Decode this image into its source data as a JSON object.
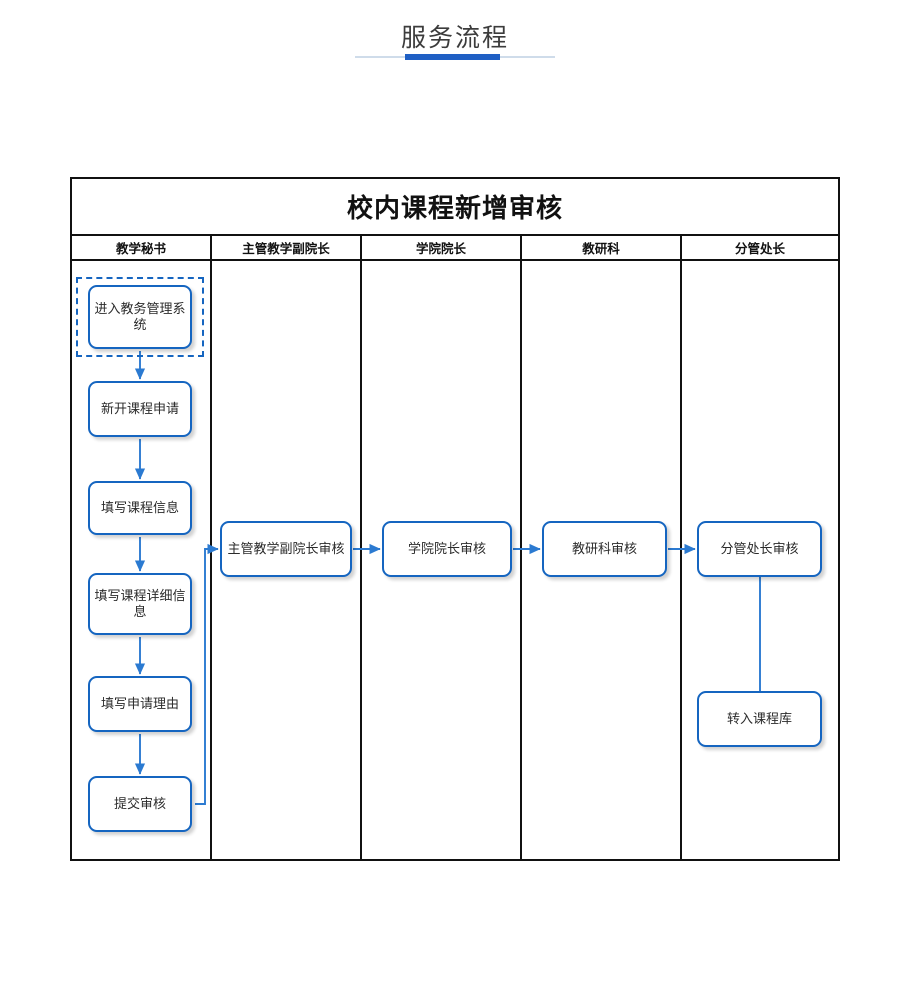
{
  "page": {
    "title": "服务流程",
    "accent_color": "#1f5fc4",
    "divider_color": "#cfdcea"
  },
  "flowchart": {
    "heading": "校内课程新增审核",
    "node_border_color": "#1565c0",
    "frame_color": "#111111",
    "lanes": [
      {
        "label": "教学秘书"
      },
      {
        "label": "主管教学副院长"
      },
      {
        "label": "学院院长"
      },
      {
        "label": "教研科"
      },
      {
        "label": "分管处长"
      }
    ],
    "nodes": [
      {
        "id": "n1",
        "lane": 0,
        "label": "进入教务管理系统",
        "selected": true
      },
      {
        "id": "n2",
        "lane": 0,
        "label": "新开课程申请",
        "selected": false
      },
      {
        "id": "n3",
        "lane": 0,
        "label": "填写课程信息",
        "selected": false
      },
      {
        "id": "n4",
        "lane": 0,
        "label": "填写课程详细信息",
        "selected": false
      },
      {
        "id": "n5",
        "lane": 0,
        "label": "填写申请理由",
        "selected": false
      },
      {
        "id": "n6",
        "lane": 0,
        "label": "提交审核",
        "selected": false
      },
      {
        "id": "n7",
        "lane": 1,
        "label": "主管教学副院长审核",
        "selected": false
      },
      {
        "id": "n8",
        "lane": 2,
        "label": "学院院长审核",
        "selected": false
      },
      {
        "id": "n9",
        "lane": 3,
        "label": "教研科审核",
        "selected": false
      },
      {
        "id": "n10",
        "lane": 4,
        "label": "分管处长审核",
        "selected": false
      },
      {
        "id": "n11",
        "lane": 4,
        "label": "转入课程库",
        "selected": false
      }
    ],
    "edges": [
      {
        "from": "n1",
        "to": "n2"
      },
      {
        "from": "n2",
        "to": "n3"
      },
      {
        "from": "n3",
        "to": "n4"
      },
      {
        "from": "n4",
        "to": "n5"
      },
      {
        "from": "n5",
        "to": "n6"
      },
      {
        "from": "n6",
        "to": "n7"
      },
      {
        "from": "n7",
        "to": "n8"
      },
      {
        "from": "n8",
        "to": "n9"
      },
      {
        "from": "n9",
        "to": "n10"
      },
      {
        "from": "n10",
        "to": "n11"
      }
    ]
  }
}
